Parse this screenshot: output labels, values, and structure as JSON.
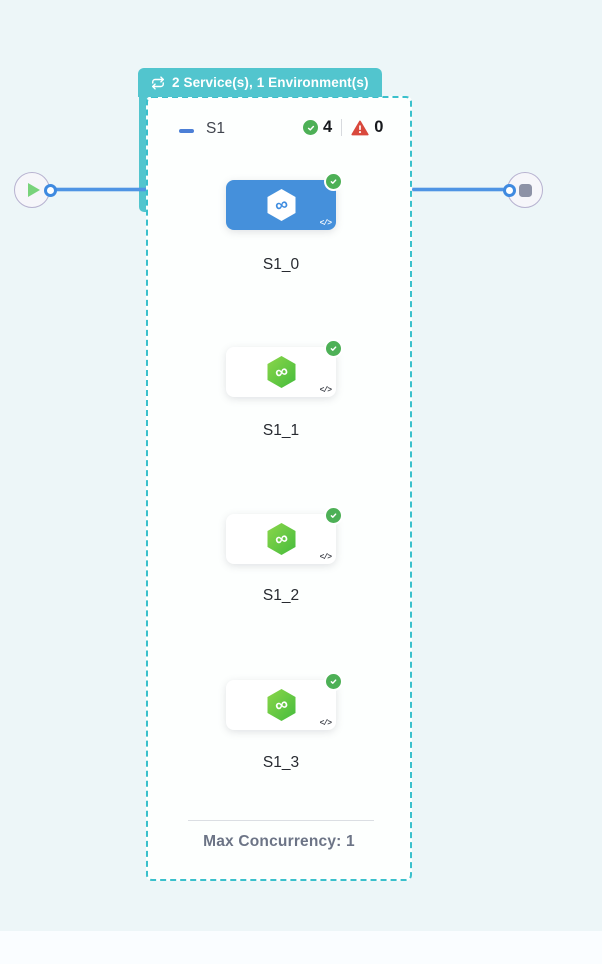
{
  "badge": {
    "label": "2 Service(s), 1 Environment(s)"
  },
  "stage": {
    "name": "S1",
    "success_count": "4",
    "error_count": "0",
    "footer": "Max Concurrency: 1"
  },
  "nodes": [
    {
      "label": "S1_0",
      "selected": true,
      "status": "success"
    },
    {
      "label": "S1_1",
      "selected": false,
      "status": "success"
    },
    {
      "label": "S1_2",
      "selected": false,
      "status": "success"
    },
    {
      "label": "S1_3",
      "selected": false,
      "status": "success"
    }
  ],
  "icons": {
    "code": "</>",
    "infinity": "∞"
  },
  "colors": {
    "teal": "#52c5ce",
    "panel_border": "#3ac0cc",
    "selected_blue": "#4590db",
    "edge_blue": "#4f94e4",
    "success_green": "#4db056",
    "error_red": "#d9493d",
    "service_green": "#5cc33f"
  }
}
